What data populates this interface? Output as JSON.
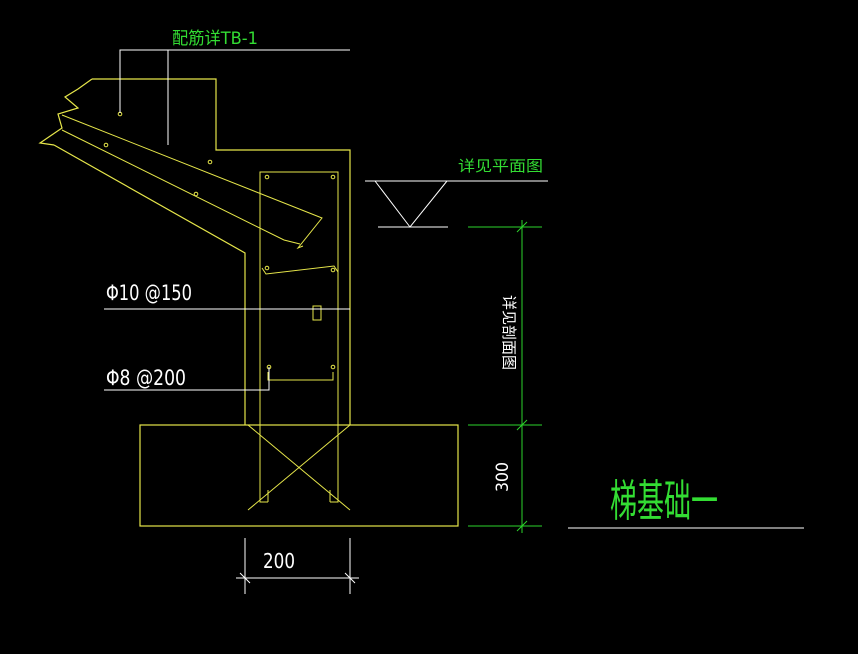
{
  "colors": {
    "background": "#000000",
    "outline": "#e6e64a",
    "rebar": "#e6e64a",
    "leader": "#ffffff",
    "dimension": "#2bd42b",
    "label": "#33dd33",
    "dim_text": "#ffffff"
  },
  "labels": {
    "reinforcement_note": "配筋详TB-1",
    "plan_note": "详见平面图",
    "rebar_1": "Φ10 @150",
    "rebar_2": "Φ8 @200",
    "dim_width": "200",
    "dim_height": "300",
    "dim_wall": "详见剖面图",
    "title": "梯基础一"
  }
}
